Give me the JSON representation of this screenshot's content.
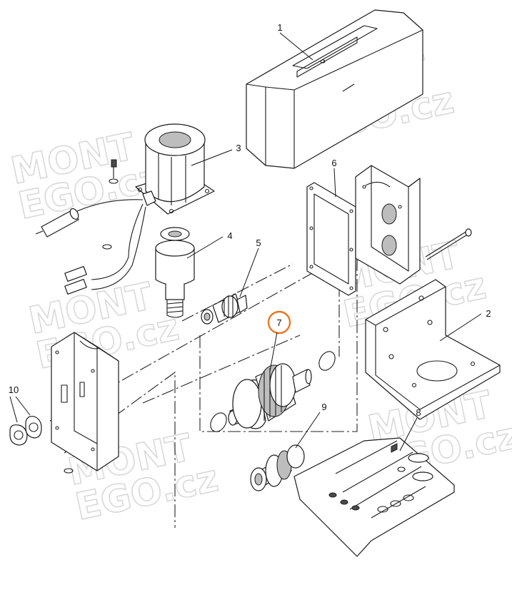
{
  "watermark": {
    "line1": "MONT",
    "line2": "EGO.cz"
  },
  "part_labels": [
    {
      "id": "1",
      "text": "1"
    },
    {
      "id": "2",
      "text": "2"
    },
    {
      "id": "3",
      "text": "3"
    },
    {
      "id": "4",
      "text": "4"
    },
    {
      "id": "5",
      "text": "5"
    },
    {
      "id": "6",
      "text": "6"
    },
    {
      "id": "7",
      "text": "7"
    },
    {
      "id": "8",
      "text": "8"
    },
    {
      "id": "9",
      "text": "9"
    },
    {
      "id": "10",
      "text": "10"
    }
  ],
  "highlighted_part": "7",
  "colors": {
    "highlight": "#e87722",
    "line": "#1a1a1a",
    "watermark": "#d9d9d9"
  }
}
